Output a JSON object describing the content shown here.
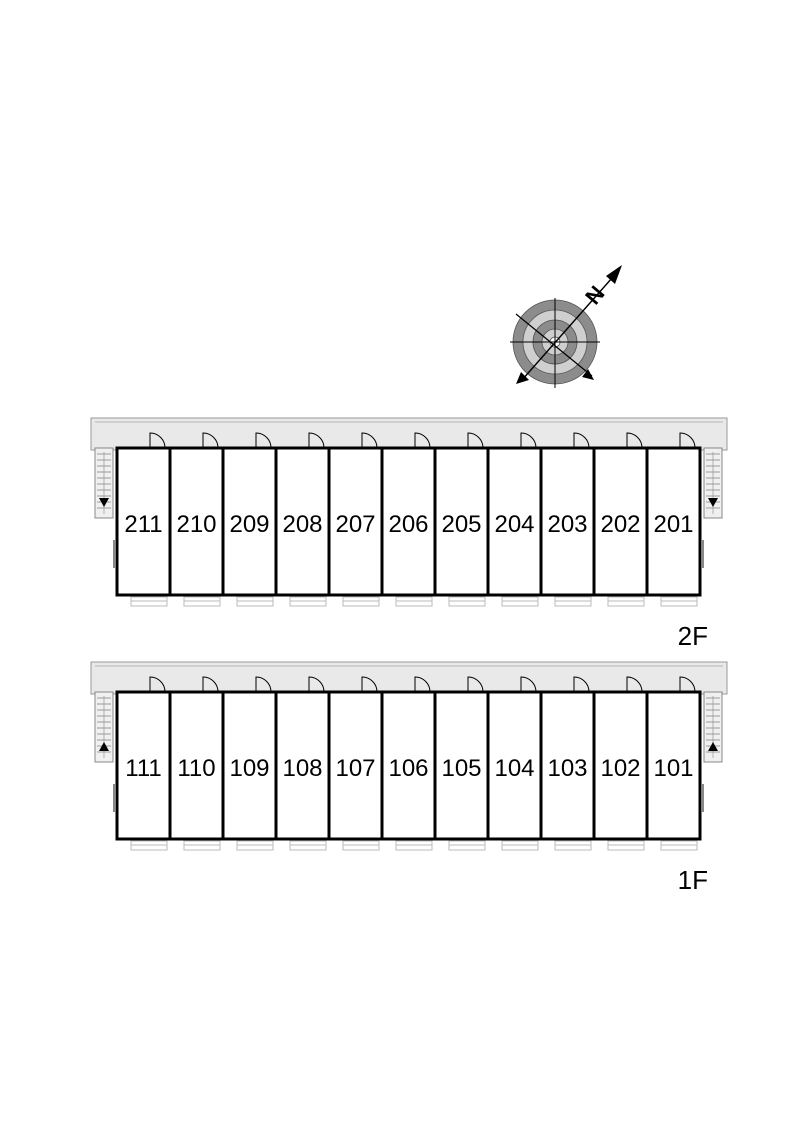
{
  "compass": {
    "label": "N",
    "icon": "north-compass-icon",
    "ring_colors": [
      "#8c8c8c",
      "#cfcfcf",
      "#8c8c8c",
      "#cfcfcf"
    ]
  },
  "colors": {
    "corridor": "#e9e9e9",
    "corridor_stroke": "#999999",
    "wall": "#000000",
    "balcony": "#bbbbbb"
  },
  "floors": [
    {
      "id": "2f",
      "label": "2F",
      "stairs_direction": "down",
      "rooms": [
        "211",
        "210",
        "209",
        "208",
        "207",
        "206",
        "205",
        "204",
        "203",
        "202",
        "201"
      ]
    },
    {
      "id": "1f",
      "label": "1F",
      "stairs_direction": "up",
      "rooms": [
        "111",
        "110",
        "109",
        "108",
        "107",
        "106",
        "105",
        "104",
        "103",
        "102",
        "101"
      ]
    }
  ]
}
